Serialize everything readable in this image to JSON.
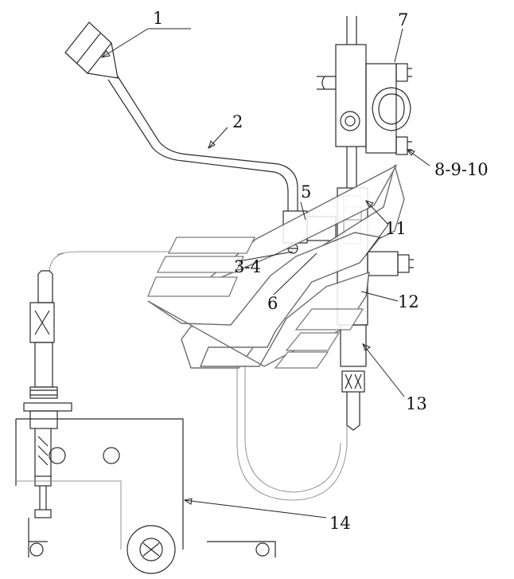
{
  "callouts": {
    "c1": "1",
    "c2": "2",
    "c3_4": "3-4",
    "c5": "5",
    "c6": "6",
    "c7": "7",
    "c8_9_10": "8-9-10",
    "c11": "11",
    "c12": "12",
    "c13": "13",
    "c14": "14"
  },
  "watermark": {
    "kind": "logo"
  },
  "colors": {
    "line": "#2a2a2a",
    "watermark": "#666666"
  }
}
